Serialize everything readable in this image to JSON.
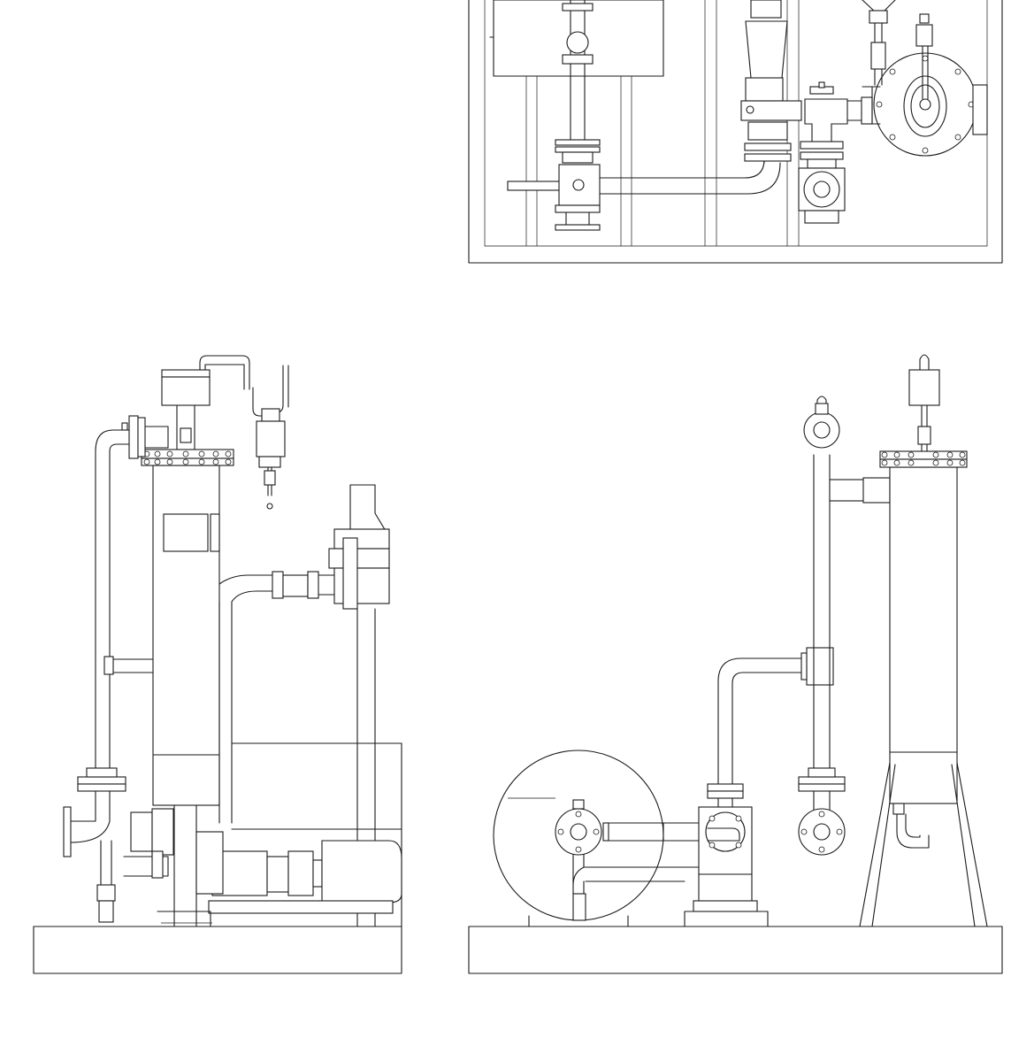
{
  "drawing": {
    "views": [
      {
        "id": "top-view",
        "kind": "plan"
      },
      {
        "id": "left-elevation",
        "kind": "elevation"
      },
      {
        "id": "right-elevation",
        "kind": "elevation"
      }
    ],
    "line_color": "#1a1a1a",
    "background": "#ffffff"
  }
}
